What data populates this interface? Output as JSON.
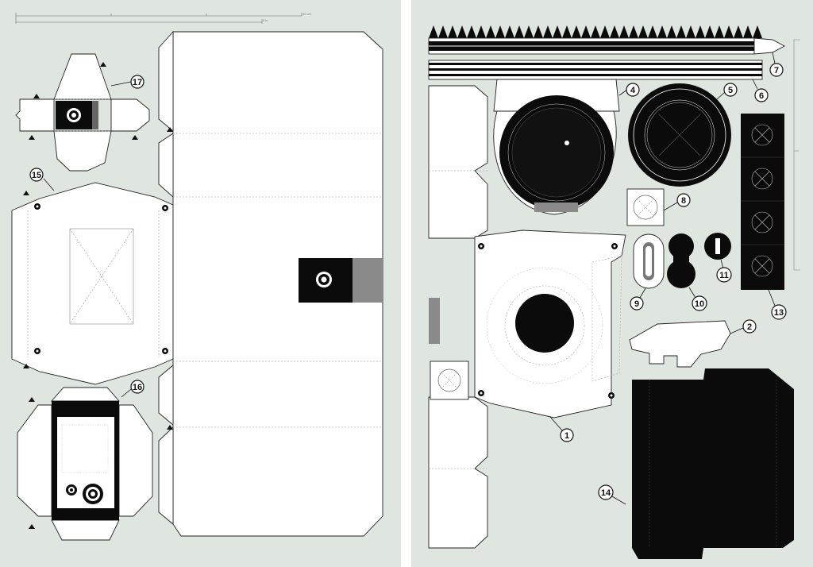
{
  "ruler": {
    "labels": [
      "10 cm",
      "5 in"
    ]
  },
  "parts": [
    {
      "id": "17",
      "label": "17"
    },
    {
      "id": "15",
      "label": "15"
    },
    {
      "id": "16",
      "label": "16"
    },
    {
      "id": "4",
      "label": "4"
    },
    {
      "id": "5",
      "label": "5"
    },
    {
      "id": "7",
      "label": "7"
    },
    {
      "id": "6",
      "label": "6"
    },
    {
      "id": "8",
      "label": "8"
    },
    {
      "id": "9",
      "label": "9"
    },
    {
      "id": "10",
      "label": "10"
    },
    {
      "id": "11",
      "label": "11"
    },
    {
      "id": "13",
      "label": "13"
    },
    {
      "id": "2",
      "label": "2"
    },
    {
      "id": "1",
      "label": "1"
    },
    {
      "id": "14",
      "label": "14"
    }
  ],
  "colors": {
    "sheet_bg": "#dfe6df",
    "ink": "#0b0b0b",
    "paper": "#ffffff",
    "grey_strip": "#8a8a8a"
  }
}
